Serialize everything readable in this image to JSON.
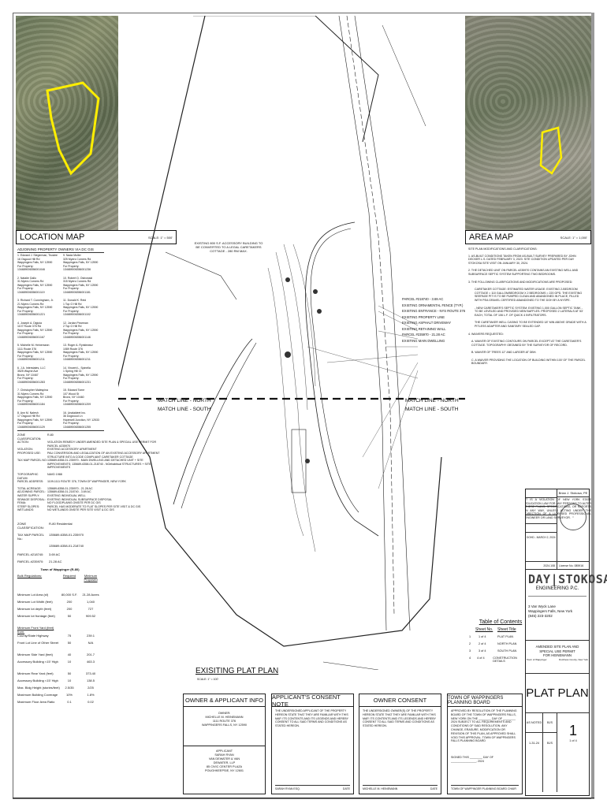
{
  "location_map": {
    "title": "LOCATION MAP",
    "scale": "SCALE: 1\" = 500'"
  },
  "area_map": {
    "title": "AREA MAP",
    "scale": "SCALE: 1\" = 1,000'"
  },
  "owners_title": "ADJOINING PROPERTY OWNERS VIA DC GIS",
  "owners": [
    [
      "1. Edward J. Siegerman, Trustee",
      "16 Osgood Hill Rd",
      "Wappingers Falls, NY 12590",
      "For Property: 134689006356001046"
    ],
    [
      "9. Nada Muller",
      "325 Myers Corners Rd",
      "Wappingers Falls, NY 12590",
      "For Property: 134689006356001236"
    ],
    [
      "2. Natalie Gallo",
      "31 Myers Corners Rd",
      "Wappingers Falls, NY 12590",
      "For Property: 134689006356001119"
    ],
    [
      "10. Robert D. Ostrowski",
      "315 Myers Corners Rd",
      "Wappingers Falls, NY 12590",
      "For Property: 134689006356001181"
    ],
    [
      "3. Richard T. Cunningham, Jr.",
      "21 Myers Corners Rd",
      "Wappingers Falls, NY 12590",
      "For Property: 134689006356001221"
    ],
    [
      "11. Donald K. Reid",
      "1 Top O Hill Rd",
      "Wappingers Falls, NY 12590",
      "For Property: 134689006356001102"
    ],
    [
      "4. Joseph A. Digioia",
      "1107 Route 376 Rd",
      "Wappingers Falls, NY 12590",
      "For Property: 134689006356001167"
    ],
    [
      "12. Jordan Pearman",
      "2 Top O Hill Rd",
      "Wappingers Falls, NY 12590",
      "For Property: 134689006356001146"
    ],
    [
      "5. Michelle M. Heinemann",
      "1111 Route 376",
      "Wappingers Falls, NY 12590",
      "For Property: 134689006356001211"
    ],
    [
      "13. Roger A. Rynkiewicz",
      "1089 Route 376",
      "Wappingers Falls, NY 12590",
      "For Property: 134689006356001211"
    ],
    [
      "6. J.A. Interstates, LLC",
      "3525 Wayne Ave",
      "Bronx, NY 10467",
      "For Property: 134689006356001283"
    ],
    [
      "14. Vincent L. Spinella",
      "1 Spring Hill Ct",
      "Wappingers Falls, NY 12590",
      "For Property: 134689006356001231"
    ],
    [
      "7. Christopher Malespina",
      "31 Myers Corners Rd",
      "Wappingers Falls, NY 12590",
      "For Property: 134689006356001184"
    ],
    [
      "15. Edward Tome",
      "107 Wood St",
      "Bronx, NY 10460",
      "For Property: 134689006356001209"
    ],
    [
      "8. Ann M. Nalesh",
      "17 Osgood Hill Rd",
      "Wappingers Falls, NY 12590",
      "For Property: 134689006356001129"
    ],
    [
      "16. Unalakleet Inc.",
      "36 Dogwood Ln",
      "Hopewell Junction, NY 12533",
      "For Property: 134689006356001255"
    ]
  ],
  "site_info": [
    [
      "ZONE CLASSIFICATION:",
      "R-80"
    ],
    [
      "ACTION:",
      "VIOLATION REMEDY UNDER AMENDED SITE PLAN & SPECIAL USE PERMIT FOR PARCEL #235970"
    ],
    [
      "VIOLATION:",
      "EXISTING ACCESSORY APARTMENT"
    ],
    [
      "PROPOSED USE:",
      "PAU CONVERSION AND LEGALIZATION OF AN EXISTING ACCESSORY APARTMENT STRUCTURE INTO A CODE COMPLIANT CARETAKER COTTAGE"
    ],
    [
      "TAX MAP PARCEL NO:",
      "135689-6358-01-235970 - MAIN DWELLING AND DETACHED UNIT + SITE IMPROVEMENTS; 135689-6358-01-218740 - NOehabitual STRUCTURES + SITE IMPROVEMENTS"
    ],
    [
      "TOPOGRAPHIC DATUM:",
      "NAVD 1988"
    ],
    [
      "PARCEL ADDRESS:",
      "1109-1111 ROUTE 376, TOWN OF WAPPINGER, NEW YORK"
    ],
    [
      "TOTAL ACREAGE:",
      "135689-6358-01-235970 - 21.28 AC"
    ],
    [
      "ADJOINING PARCEL:",
      "135689-6358-01-218740 - 3.69 AC"
    ],
    [
      "WATER SUPPLY:",
      "EXISTING INDIVIDUAL WELL"
    ],
    [
      "SEWAGE DISPOSAL:",
      "EXISTING INDIVIDUAL SUBSURFACE DISPOSAL"
    ],
    [
      "FEMA:",
      "NO FLOODPLAINS ONSITE PER DC GIS"
    ],
    [
      "STEEP SLOPES:",
      "PARCEL HAS MODERATE TO FLAT SLOPES PER SITE VISIT & DC GIS"
    ],
    [
      "WETLANDS:",
      "NO WETLANDS ONSITE PER SITE VISIT & DC GIS"
    ]
  ],
  "zoning": [
    [
      "ZONE CLASSIFICATION:",
      "R-80 Residential"
    ],
    [
      "TAX MAP PARCEL No.:",
      "135689-6358-01-235970"
    ],
    [
      "",
      "135689-6358-01-218740"
    ],
    [
      "PARCEL #218740:",
      "3.69 AC"
    ],
    [
      "PARCEL #235970:",
      "21.28 AC"
    ]
  ],
  "bulk": {
    "title": "Town of Wappinger (R-80)",
    "headers": [
      "Bulk Regulations:",
      "Required",
      "Minimum Proposed"
    ],
    "rows": [
      [
        "Minimum Lot Area (sf)",
        "80,000 S.F.",
        "21.28 Acres"
      ],
      [
        "Minimum Lot Width (feet)",
        "200",
        "1,040"
      ],
      [
        "Minimum lot depth (feet)",
        "200",
        "727"
      ],
      [
        "Minimum lot frontage (feet)",
        "50",
        "909.52"
      ],
      [
        "Minimum Front Yard (feet) from:",
        "",
        ""
      ],
      [
        "County/State Highway",
        "75",
        "239.1"
      ],
      [
        "Front Lot Line of Other Street",
        "50",
        "N/A"
      ],
      [
        "Minimum Side Yard (feet)",
        "40",
        "201.7"
      ],
      [
        "Accessory Building <15' High",
        "10",
        "463.3"
      ],
      [
        "Minimum Rear Yard (feet)",
        "50",
        "373.40"
      ],
      [
        "Accessory Building <15' High",
        "10",
        "138.5"
      ],
      [
        "Max. Bldg Height (stories/feet)",
        "2.5/35",
        "2/25"
      ],
      [
        "Maximum Building Coverage",
        "10%",
        "1.8%"
      ],
      [
        "Maximum Floor Area Ratio",
        "0.1",
        "0.02"
      ]
    ]
  },
  "plan": {
    "title": "EXISITING PLAT PLAN",
    "scale": "SCALE: 1\" = 100'",
    "match_north": "MATCH LINE - NORTH",
    "match_south": "MATCH LINE - SOUTH",
    "accessory_note": "EXISTING 800 S.F. ACCESSORY BUILDING TO BE CONVERTED TO A LEGAL CARETAKERS COTTAGE - 280 RM MAX.",
    "callouts": [
      "PARCEL #218740 - 3.69 AC",
      "EXISTING ORNAMENTAL FENCE (TYP.)",
      "EXISTING ENTRANCE - NYS ROUTE 376",
      "EXISTING PROPERTY LINE",
      "EXISTING ASPHALT DRIVEWAY",
      "EXISTING RETAINING WALL",
      "PARCEL #235970 - 21.28 AC",
      "EXISTING MAIN DWELLING"
    ]
  },
  "notes": {
    "title": "SITE PLAN MODIFICATIONS AND CLARIFICATIONS:",
    "items": [
      "1. AS-BUILT CONDITIONS TAKEN FROM AS-BUILT SURVEY PREPARED BY JOHN DECKER L.S. DATED FEBRUARY 3, 2023. SITE CONDITION UPDATED PER DAY STOKOSA SITE VISIT ON JANUARY 30, 2024.",
      "2. THE DETACHED UNIT ON PARCEL #235970 CONTAINS AN EXISTING WELL AND SUBSURFACE SEPTIC SYSTEM SUPPORTING TWO BEDROOMS.",
      "3. THE FOLLOWING CLARIFICATIONS AND MODIFICATIONS ARE PROPOSED:",
      "CARETAKER COTTAGE: ESTIMATED WATER USAGE: EXISTING 2-BEDROOM COTTAGE = 110 GALLON/BEDROOM X 2 BEDROOMS = 220 GPD. THE EXISTING SEEPAGE PIT IS TO BE PUMPED CLEAN AND ABANDONED IN PLACE, FILLED WITH PEA GRAVEL CERTIFIED ABANDONED TO THE DOH BY A NYSPE.",
      "- NEW CARETAKER'S SEPTIC SYSTEM: EXISTING 1,000 GALLON SEPTIC TANK - TO BE LEVELED AND PROVIDED NEW BAFFLES. PROPOSED 2 LATERALS AT 53' EACH, TOTAL OF 106 L.F. OF QUICK 4 INFILTRATORS.",
      "THE CARETAKER WELL CASING TO BE EXTENDED 18\" MIN ABOVE GRADE WITH A PITLESS ADAPTER AND SANITARY SEALED CAP.",
      "4. WAIVERS REQUESTED:",
      "A. WAIVER OF EXISTING CONTOURS ON PARCEL EXCEPT AT THE CARETAKER'S COTTAGE. TOPOGRAPHY OBTAINED BY THE SURVEYOR OF RECORD.",
      "B. WAIVER OF TREES 12\" AND LARGER AT DBH.",
      "C. A WAIVER PROVIDING THE LOCATION OF BUILDING WITHIN 100' OF THE PARCEL BOUNDARY."
    ]
  },
  "violation": "IT IS A VIOLATION OF NEW YORK STATE EDUCATION LAW FOR ANY PERSONS TO ALTER THESE PLANS, SPECIFICATIONS, OR REPORTS IN ANY WAY, UNLESS ACTING UNDER THE DIRECTION OF A LICENSED PROFESSIONAL ENGINEER OR LAND SURVEYOR.",
  "engineer": {
    "name": "Brian J. Stokosa, PE",
    "date": "DOHD - MARCH 2, 2024",
    "project_no": "2024.108",
    "license": "License No. 085916",
    "seal": "STATE OF NEW YORK PROFESSIONAL ENGINEER"
  },
  "firm": {
    "logo_a": "DAY",
    "logo_b": "STOKOSA",
    "sub": "ENGINEERING P.C.",
    "addr1": "3 Van Wyck Lane",
    "addr2": "Wappingers Falls, New York",
    "phone": "(845) 223-3202"
  },
  "project": {
    "l1": "AMENDED SITE PLAN AND",
    "l2": "SPECIAL USE PERMIT",
    "l3": "FOR HEINEMANN",
    "town": "Town of Wappinger",
    "county": "Dutchess County, New York"
  },
  "drawing": {
    "title": "PLAT PLAN",
    "scale": "AS NOTED",
    "drawn": "BJS",
    "date": "1-31-24",
    "checked": "BJS",
    "number": "1",
    "sheet": "1 of 4"
  },
  "toc": {
    "title": "Table of Contents",
    "h1": "Sheet No.",
    "h2": "Sheet Title",
    "rows": [
      [
        "1",
        "1 of 4",
        "PLAT PLAN"
      ],
      [
        "2",
        "2 of 4",
        "NORTH PLAN"
      ],
      [
        "3",
        "3 of 4",
        "SOUTH PLAN"
      ],
      [
        "4",
        "4 of 4",
        "CONSTRUCTION DETAILS"
      ]
    ]
  },
  "boxes": {
    "owner_info": {
      "title": "OWNER & APPLICANT INFO",
      "owner": [
        "OWNER:",
        "MICHELLE M. HEINEMANN",
        "1111 ROUTE 376",
        "WAPPINGERS FALLS, NY 12590"
      ],
      "applicant": [
        "APPLICANT",
        "SARAH RYAN",
        "VAN DEWATER & VAN",
        "DEWATER, LLP",
        "85 CIVIC CENTER PLAZA",
        "POUGHKEEPSIE, NY 12601"
      ]
    },
    "applicant_consent": {
      "title": "APPLICANT'S CONSENT NOTE",
      "text": "THE UNDERSIGNED APPLICANT OF THE PROPERTY HEREON STATE THAT THEY ARE FAMILIAR WITH THIS MAP, ITS CONTENTS AND ITS LEGENDS AND HEREBY CONSENT TO ALL SAID TERMS AND CONDITIONS AS STATED HEREON.",
      "sig": "SARAH RYAN ESQ.",
      "date": "DATE"
    },
    "owner_consent": {
      "title": "OWNER CONSENT",
      "text": "THE UNDERSIGNED OWNER(S) OF THE PROPERTY HEREON STATE THAT THEY ARE FAMILIAR WITH THIS MAP, ITS CONTENTS AND ITS LEGENDS AND HEREBY CONSENT TO ALL SAID TERMS AND CONDITIONS AS STATED HEREON.",
      "sig": "MICHELLE M. HEINEMANN",
      "date": "DATE"
    },
    "planning": {
      "title": "TOWN OF WAPPINGERS PLANNING BOARD",
      "text": "APPROVED BY RESOLUTION OF THE PLANNING BOARD OF THE TOWN OF WAPPINGERS FALLS, NEW YORK ON THE ________ DAY OF ________ 2024 SUBJECT TO ALL REQUIREMENTS AND CONDITIONS OF SAID RESOLUTION. ANY CHANGE, ERASURE, MODIFICATION OR REVISION OF THIS PLAN, AS APPROVED SHALL VOID THIS APPROVAL. TOWN OF WAPPINGERS FALLS PLANNING BOARD",
      "signed": "SIGNED THIS ________ DAY OF ________________, 2024",
      "sig": "TOWN OF WAPPINGER PLANNING BOARD CHAIR"
    }
  }
}
